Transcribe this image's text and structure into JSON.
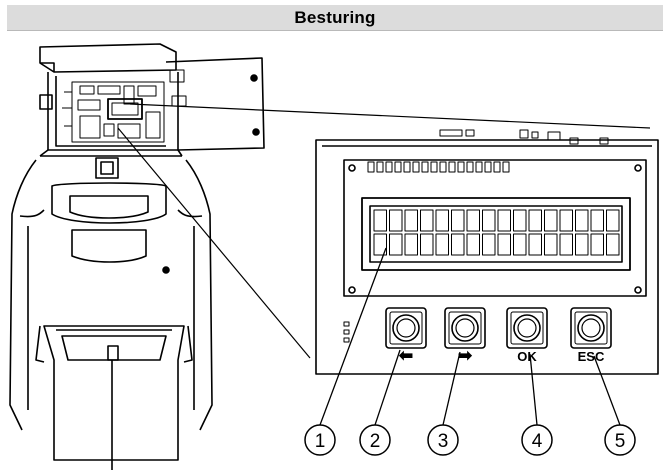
{
  "header": {
    "title": "Besturing"
  },
  "buttons": [
    {
      "symbol": "⬅",
      "callout": "2"
    },
    {
      "symbol": "➡",
      "callout": "3"
    },
    {
      "symbol": "OK",
      "callout": "4"
    },
    {
      "symbol": "ESC",
      "callout": "5"
    }
  ],
  "display": {
    "callout": "1",
    "rows": 2,
    "columns": 16
  }
}
